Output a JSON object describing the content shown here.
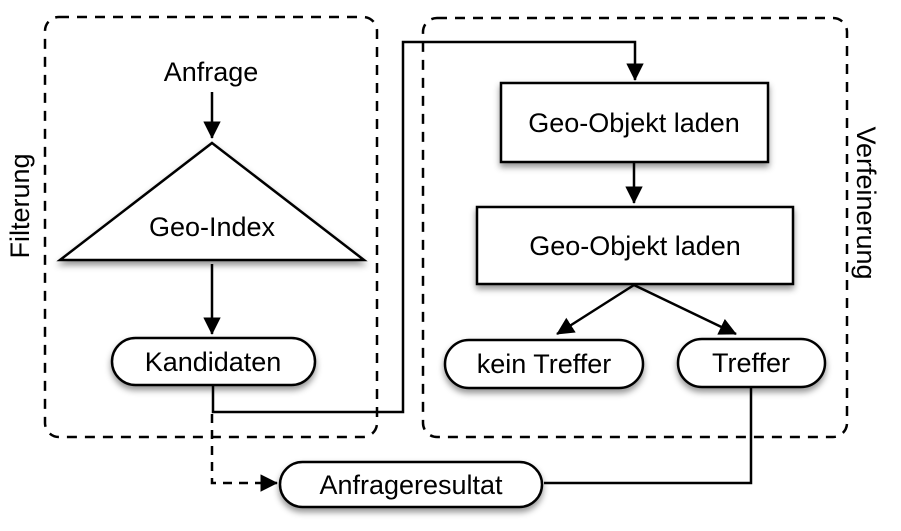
{
  "diagram": {
    "colors": {
      "stroke": "#000000",
      "node_fill": "#ffffff",
      "background": "#ffffff"
    },
    "regions": {
      "filtering": {
        "label": "Filterung"
      },
      "refinement": {
        "label": "Verfeinerung"
      }
    },
    "nodes": {
      "query": {
        "label": "Anfrage"
      },
      "geo_index": {
        "label": "Geo-Index"
      },
      "candidates": {
        "label": "Kandidaten"
      },
      "load_object_top": {
        "label": "Geo-Objekt laden"
      },
      "load_object_bottom": {
        "label": "Geo-Objekt laden"
      },
      "no_hit": {
        "label": "kein Treffer"
      },
      "hit": {
        "label": "Treffer"
      },
      "query_result": {
        "label": "Anfrageresultat"
      }
    }
  }
}
